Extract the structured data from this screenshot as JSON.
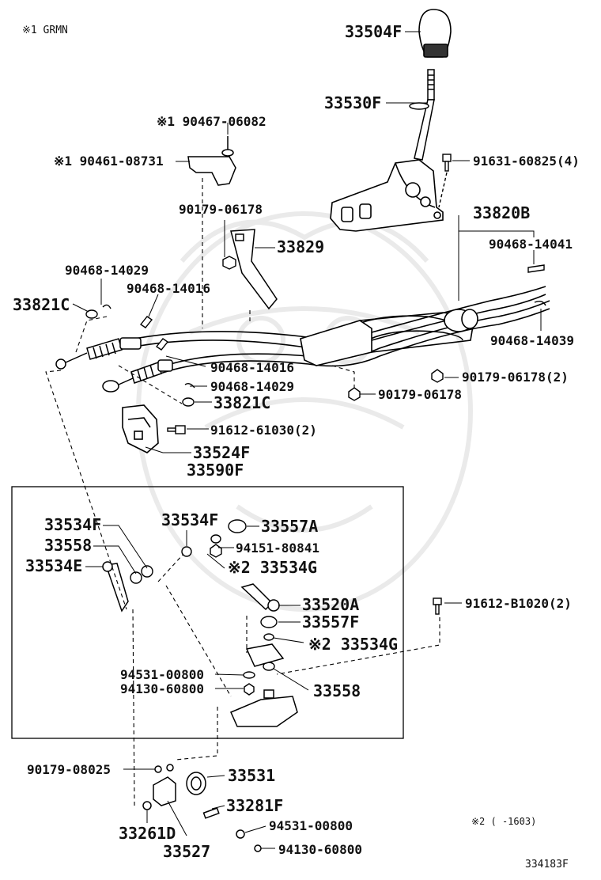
{
  "notes": {
    "top_left": "※1 GRMN",
    "bottom_right": "※2 (      -1603)",
    "diagram_id": "334183F"
  },
  "parts": {
    "p33504F": "33504F",
    "p33530F": "33530F",
    "p91631": "91631-60825(4)",
    "p90467": "※1 90467-06082",
    "p90461": "※1 90461-08731",
    "p33820B": "33820B",
    "p90179_06178_a": "90179-06178",
    "p33829": "33829",
    "p90468_14041": "90468-14041",
    "p90468_14029_a": "90468-14029",
    "p90468_14016_a": "90468-14016",
    "p33821C_a": "33821C",
    "p90468_14039": "90468-14039",
    "p90468_14016_b": "90468-14016",
    "p90179_06178_2": "90179-06178(2)",
    "p90468_14029_b": "90468-14029",
    "p90179_06178_b": "90179-06178",
    "p33821C_b": "33821C",
    "p91612_61030": "91612-61030(2)",
    "p33524F": "33524F",
    "p33590F": "33590F",
    "p33534F_a": "33534F",
    "p33534F_b": "33534F",
    "p33557A": "33557A",
    "p33558_a": "33558",
    "p94151": "94151-80841",
    "p33534E": "33534E",
    "p33534G_a": "※2 33534G",
    "p33520A": "33520A",
    "p91612_B1020": "91612-B1020(2)",
    "p33557F": "33557F",
    "p33534G_b": "※2 33534G",
    "p94531_a": "94531-00800",
    "p94130_a": "94130-60800",
    "p33558_b": "33558",
    "p90179_08025": "90179-08025",
    "p33531": "33531",
    "p33281F": "33281F",
    "p33261D": "33261D",
    "p94531_b": "94531-00800",
    "p33527": "33527",
    "p94130_b": "94130-60800"
  }
}
